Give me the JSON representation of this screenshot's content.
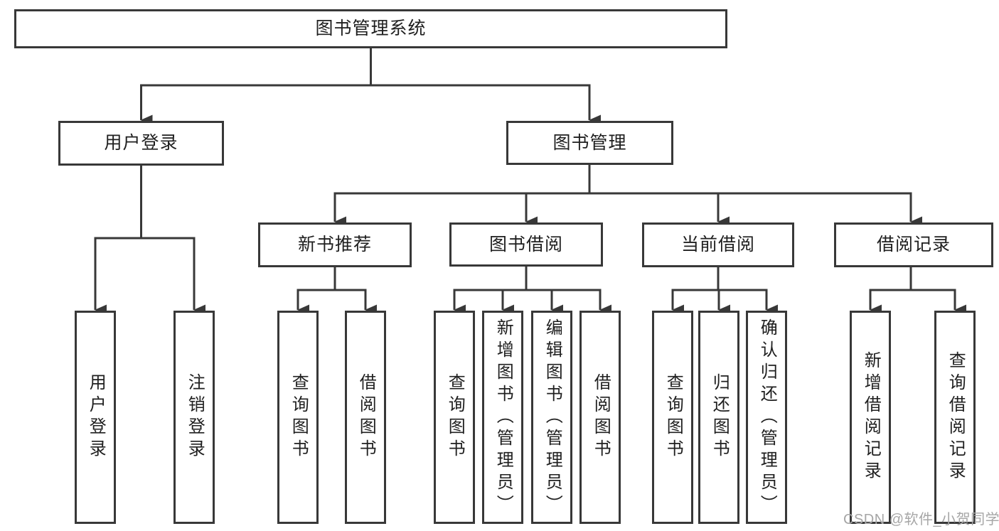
{
  "tree": {
    "label": "图书管理系统",
    "children": [
      {
        "label": "用户登录",
        "children": [
          {
            "label": "用户登录"
          },
          {
            "label": "注销登录"
          }
        ]
      },
      {
        "label": "图书管理",
        "children": [
          {
            "label": "新书推荐",
            "children": [
              {
                "label": "查询图书"
              },
              {
                "label": "借阅图书"
              }
            ]
          },
          {
            "label": "图书借阅",
            "children": [
              {
                "label": "查询图书"
              },
              {
                "label": "新增图书（管理员）"
              },
              {
                "label": "编辑图书（管理员）"
              },
              {
                "label": "借阅图书"
              }
            ]
          },
          {
            "label": "当前借阅",
            "children": [
              {
                "label": "查询图书"
              },
              {
                "label": "归还图书"
              },
              {
                "label": "确认归还（管理员）"
              }
            ]
          },
          {
            "label": "借阅记录",
            "children": [
              {
                "label": "新增借阅记录"
              },
              {
                "label": "查询借阅记录"
              }
            ]
          }
        ]
      }
    ]
  },
  "watermark": {
    "text": "CSDN @软件_小贺同学"
  },
  "colors": {
    "line": "#383838",
    "node_border": "#383838",
    "node_text": "#1f1f1f",
    "node_background": "#ffffff",
    "page_background": "#ffffff",
    "watermark_text": "#a6a6a6"
  }
}
